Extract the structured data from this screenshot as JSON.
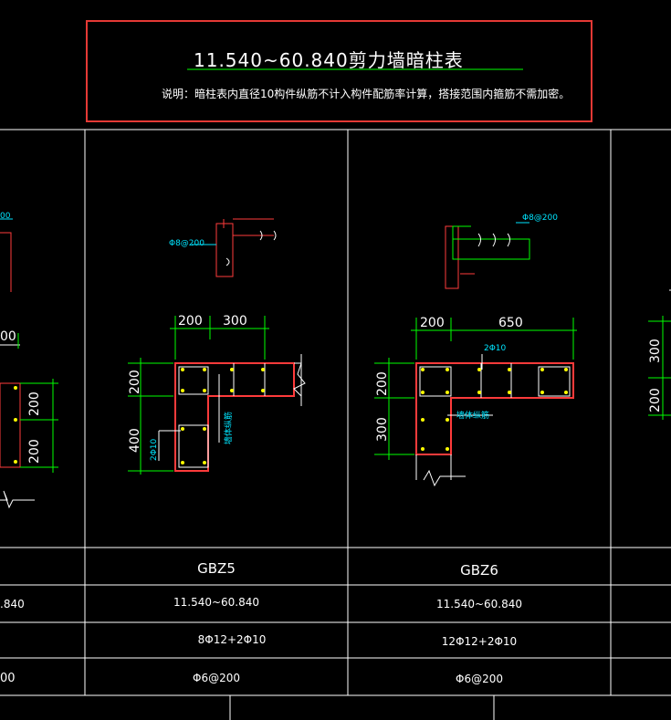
{
  "header": {
    "title": "11.540~60.840剪力墙暗柱表",
    "note": "说明：暗柱表内直径10构件纵筋不计入构件配筋率计算，搭接范围内箍筋不需加密。"
  },
  "colors": {
    "background": "#000000",
    "grid": "#ffffff",
    "highlight_box": "#e53935",
    "column_outline": "#ff3b3b",
    "dimension": "#00ff00",
    "bar": "#ffff00",
    "label": "#00e5ff"
  },
  "left_partial": {
    "dim_top": "00",
    "dim_right_upper": "200",
    "dim_right_lower": "200",
    "label_top": "00",
    "elevation": ".840",
    "stirrup": "00"
  },
  "columns": [
    {
      "name": "GBZ5",
      "elevation": "11.540~60.840",
      "longitudinal": "8Φ12+2Φ10",
      "stirrup": "Φ6@200",
      "detail_stirrup_label": "Φ8@200",
      "dims_top": [
        "200",
        "300"
      ],
      "dims_left": [
        "200",
        "400"
      ],
      "annot_bar": "2Φ10",
      "annot_text": "墙体纵筋"
    },
    {
      "name": "GBZ6",
      "elevation": "11.540~60.840",
      "longitudinal": "12Φ12+2Φ10",
      "stirrup": "Φ6@200",
      "detail_stirrup_label": "Φ8@200",
      "dims_top": [
        "200",
        "650"
      ],
      "dims_left": [
        "200",
        "300"
      ],
      "annot_bar": "2Φ10",
      "annot_text": "墙体纵筋"
    }
  ],
  "right_partial": {
    "dims_left": [
      "300",
      "200"
    ]
  }
}
